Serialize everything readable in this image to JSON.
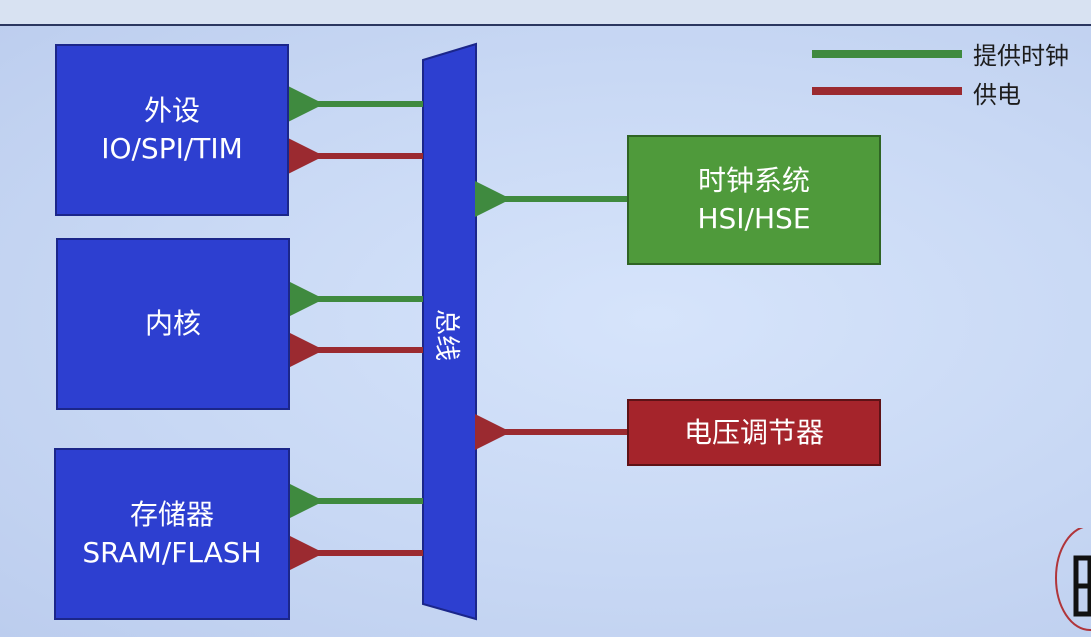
{
  "legend": [
    {
      "label": "提供时钟",
      "color": "#3f8a3f"
    },
    {
      "label": "供电",
      "color": "#9b2a30"
    }
  ],
  "blocks": {
    "peripheral": {
      "line1": "外设",
      "line2": "IO/SPI/TIM"
    },
    "core": {
      "line1": "内核"
    },
    "memory": {
      "line1": "存储器",
      "line2": "SRAM/FLASH"
    },
    "clock": {
      "line1": "时钟系统",
      "line2": "HSI/HSE"
    },
    "regulator": {
      "line1": "电压调节器"
    }
  },
  "bus": {
    "label": "总线"
  },
  "colors": {
    "clock_arrow": "#3f8a3f",
    "power_arrow": "#9b2a30",
    "bus": "#2d3fd0"
  }
}
